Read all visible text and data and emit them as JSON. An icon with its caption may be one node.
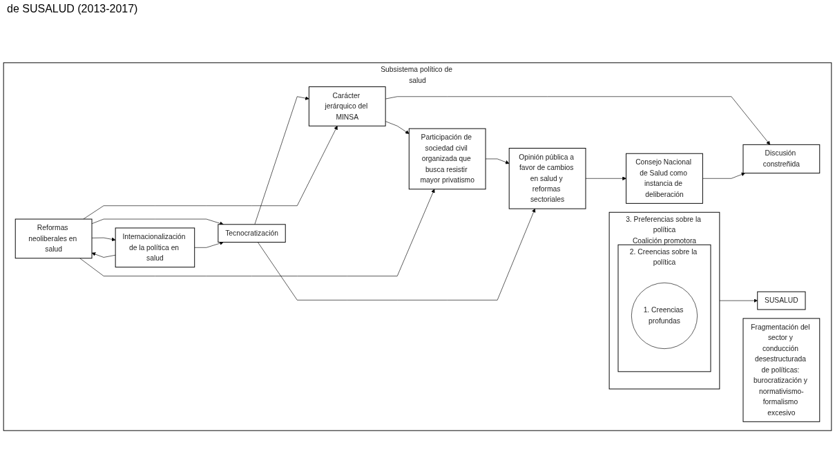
{
  "diagram": {
    "caption": "de SUSALUD (2013-2017)",
    "nodes": [
      {
        "text": [
          "Subsistema político de salud"
        ]
      },
      {
        "text": [
          "Carácter jerárquico del MINSA"
        ],
        "in": 0
      },
      {
        "text": [
          "Discusión constreñida"
        ],
        "in": 0
      },
      {
        "text": [
          "Consejo Nacional de Salud como instancia de deliberación"
        ],
        "in": 0
      },
      {
        "text": [
          "Participación de sociedad civil organizada que busca resistir mayor privatismo"
        ],
        "in": 0
      },
      {
        "text": [
          "Tecnocratización"
        ],
        "in": 0
      },
      {
        "text": [
          "3. Preferencias sobre la política"
        ],
        "beside": [
          "Coalición promotora"
        ],
        "in": 0
      },
      {
        "text": [
          "2. Creencias sobre la política"
        ],
        "in": 6
      },
      {
        "text": [
          "1. Creencias profundas"
        ],
        "in": 7
      },
      {
        "text": [
          "Reformas neoliberales en salud"
        ],
        "in": 0
      },
      {
        "text": [
          "SUSALUD"
        ],
        "in": 0
      },
      {
        "text": [
          "Internacionalización de la política en salud"
        ],
        "in": 0
      },
      {
        "text": [
          "Opinión pública a favor de cambios en salud y reformas sectoriales"
        ],
        "in": 0
      },
      {
        "text": [
          "Fragmentación del sector y conducción desestructurada de políticas: burocratización y normativismo-formalismo excesivo"
        ],
        "in": 0
      }
    ],
    "edges": [
      {
        "from": 1,
        "to": 2,
        "arrow": "to"
      },
      {
        "from": 3,
        "to": 2,
        "arrow": "to"
      },
      {
        "from": 1,
        "to": 4,
        "arrow": "to"
      },
      {
        "from": 5,
        "to": 1,
        "arrow": "to"
      },
      {
        "from": 9,
        "to": 1,
        "arrow": "to"
      },
      {
        "from": 9,
        "to": 5,
        "arrow": "to"
      },
      {
        "from": 9,
        "to": 4,
        "arrow": "to"
      },
      {
        "from": 9,
        "to": 11,
        "arrow": "to"
      },
      {
        "from": 11,
        "to": 9,
        "arrow": "to"
      },
      {
        "from": 11,
        "to": 5,
        "arrow": "to"
      },
      {
        "from": 4,
        "to": 12,
        "arrow": "to"
      },
      {
        "from": 5,
        "to": 12,
        "arrow": "to"
      },
      {
        "from": 12,
        "to": 3,
        "arrow": "to"
      },
      {
        "from": 6,
        "to": 10,
        "arrow": "to"
      }
    ]
  }
}
